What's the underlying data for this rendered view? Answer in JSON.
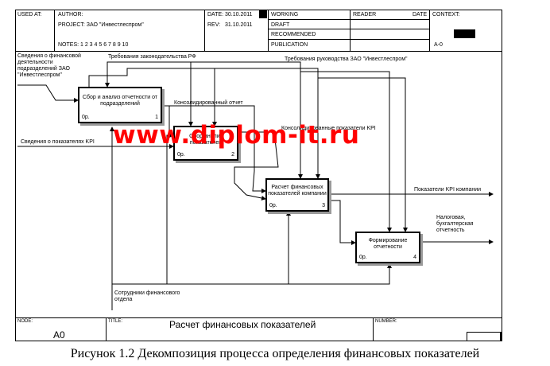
{
  "header": {
    "used_at": "USED AT:",
    "author": "AUTHOR:",
    "project": "PROJECT:  ЗАО \"Инвестлеспром\"",
    "notes": "NOTES:  1  2  3  4  5  6  7  8  9  10",
    "date_label": "DATE:",
    "date_value": "30.10.2011",
    "rev_label": "REV:",
    "rev_value": "31.10.2011",
    "status": [
      "WORKING",
      "DRAFT",
      "RECOMMENDED",
      "PUBLICATION"
    ],
    "reader": "READER",
    "reader_date": "DATE",
    "context": "CONTEXT:",
    "context_node": "A-0"
  },
  "blocks": [
    {
      "name": "Сбор и анализ отчетности от подразделений",
      "cost": "0р.",
      "number": "1"
    },
    {
      "name": "Сбор анализ показателей",
      "cost": "0р.",
      "number": "2"
    },
    {
      "name": "Расчет финансовых показателей компании",
      "cost": "0р.",
      "number": "3"
    },
    {
      "name": "Формирование отчетности",
      "cost": "0р.",
      "number": "4"
    }
  ],
  "arrows": {
    "input_fin": "Сведения о финансовой деятельности подразделений ЗАО \"Инвестлеспром\"",
    "input_kpi": "Сведения о показателях KPI",
    "control_law": "Требования законодательства РФ",
    "control_mgmt": "Требования руководства ЗАО \"Инвестлеспром\"",
    "consolidated_report": "Консолидированный отчет",
    "consolidated_kpi": "Консолидированные показатели KPI",
    "output_kpi": "Показатели KPI компании",
    "output_tax": "Налоговая, бухгалтерская отчетность",
    "mechanism": "Сотрудники финансового отдела"
  },
  "watermark": "www.diplom-it.ru",
  "footer": {
    "node_label": "NODE:",
    "node_value": "A0",
    "title_label": "TITLE:",
    "title_value": "Расчет финансовых показателей",
    "number_label": "NUMBER:"
  },
  "caption": "Рисунок 1.2 Декомпозиция процесса определения финансовых показателей"
}
